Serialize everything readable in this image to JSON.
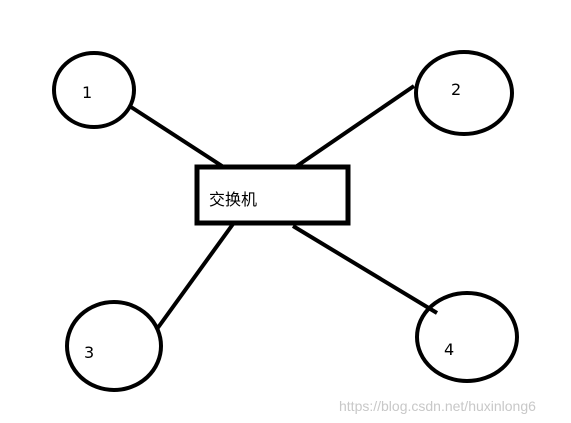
{
  "switch": {
    "label": "交换机"
  },
  "nodes": [
    {
      "id": "node-1",
      "label": "1"
    },
    {
      "id": "node-2",
      "label": "2"
    },
    {
      "id": "node-3",
      "label": "3"
    },
    {
      "id": "node-4",
      "label": "4"
    }
  ],
  "watermark": {
    "text": "https://blog.csdn.net/huxinlong6"
  },
  "colors": {
    "line": "#000000",
    "background": "#ffffff",
    "watermark": "#c8c8c8"
  }
}
